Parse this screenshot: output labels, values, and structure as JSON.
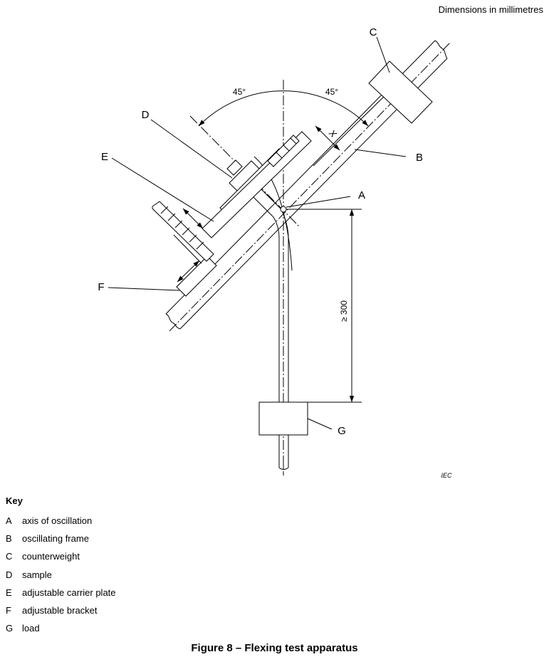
{
  "header": {
    "dimensions_note": "Dimensions in millimetres"
  },
  "diagram": {
    "labels": {
      "A": "A",
      "B": "B",
      "C": "C",
      "D": "D",
      "E": "E",
      "F": "F",
      "G": "G"
    },
    "angle_left": "45°",
    "angle_right": "45°",
    "dimension_x": "X",
    "dimension_height": "≥ 300",
    "watermark": "IEC"
  },
  "key": {
    "title": "Key",
    "items": [
      {
        "letter": "A",
        "text": "axis of oscillation"
      },
      {
        "letter": "B",
        "text": "oscillating frame"
      },
      {
        "letter": "C",
        "text": "counterweight"
      },
      {
        "letter": "D",
        "text": "sample"
      },
      {
        "letter": "E",
        "text": "adjustable carrier plate"
      },
      {
        "letter": "F",
        "text": "adjustable bracket"
      },
      {
        "letter": "G",
        "text": "load"
      }
    ]
  },
  "caption": "Figure 8 – Flexing test apparatus"
}
